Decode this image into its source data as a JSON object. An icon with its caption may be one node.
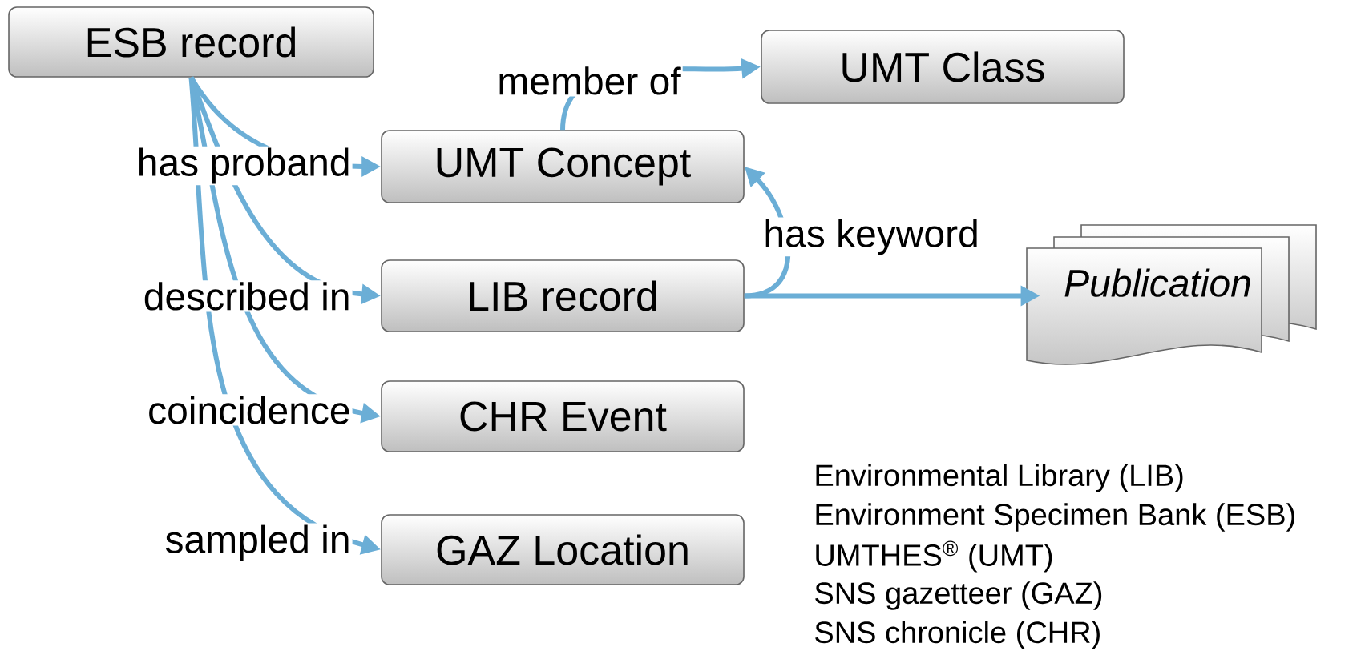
{
  "diagram": {
    "nodes": [
      {
        "text": [
          "ESB record"
        ]
      },
      {
        "text": [
          "UMT Class"
        ]
      },
      {
        "text": [
          "UMT Concept"
        ]
      },
      {
        "text": [
          "LIB record"
        ]
      },
      {
        "text": [
          "Publication"
        ]
      },
      {
        "text": [
          "CHR Event"
        ]
      },
      {
        "text": [
          "GAZ Location"
        ]
      }
    ],
    "edges": [
      {
        "from": 0,
        "to": 2,
        "arrow": "to",
        "label": "has proband"
      },
      {
        "from": 0,
        "to": 3,
        "arrow": "to",
        "label": "described in"
      },
      {
        "from": 0,
        "to": 5,
        "arrow": "to",
        "label": "coincidence"
      },
      {
        "from": 0,
        "to": 6,
        "arrow": "to",
        "label": "sampled in"
      },
      {
        "from": 2,
        "to": 1,
        "arrow": "to",
        "label": "member of"
      },
      {
        "from": 3,
        "to": 2,
        "arrow": "to",
        "label": "has keyword"
      },
      {
        "from": 3,
        "to": 4,
        "arrow": "to"
      }
    ],
    "labels": [
      "Environmental Library (LIB)",
      "Environment Specimen Bank (ESB)",
      "UMTHES$^{®}$ (UMT)",
      "SNS gazetteer (GAZ)",
      "SNS chronicle (CHR)"
    ]
  }
}
